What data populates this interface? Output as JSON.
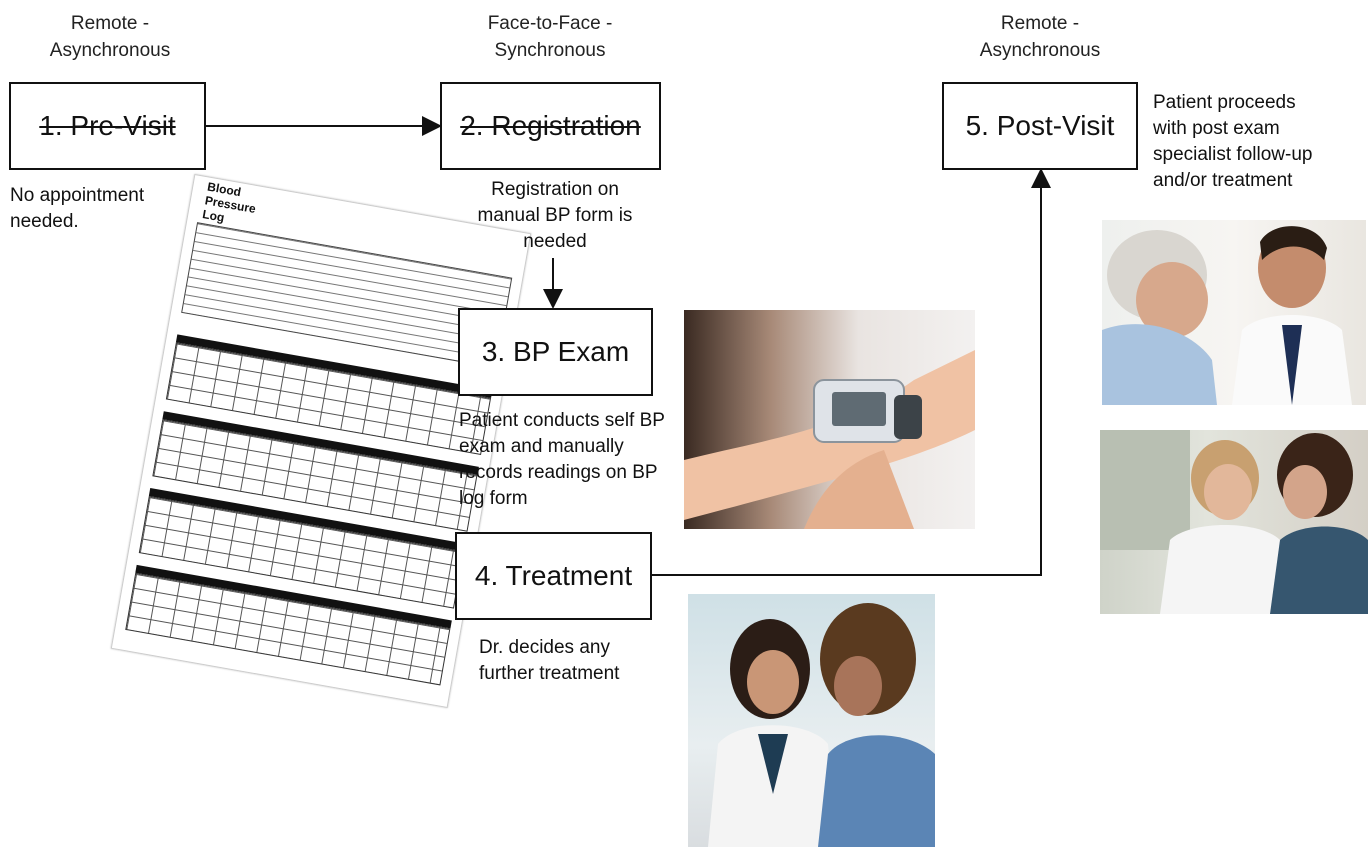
{
  "stages": [
    {
      "mode": [
        "Remote -",
        "Asynchronous"
      ],
      "label": "1. Pre-Visit",
      "note": [
        "No appointment",
        "needed."
      ]
    },
    {
      "mode": [
        "Face-to-Face -",
        "Synchronous"
      ],
      "label": "2. Registration",
      "note": [
        "Registration on",
        "manual BP form is",
        "needed"
      ]
    },
    {
      "label": "3. BP Exam",
      "note": [
        "Patient conducts self BP",
        "exam and manually",
        "records readings on BP",
        "log form"
      ]
    },
    {
      "label": "4. Treatment",
      "note": [
        "Dr. decides any",
        "further treatment"
      ]
    },
    {
      "mode": [
        "Remote -",
        "Asynchronous"
      ],
      "label": "5. Post-Visit",
      "note": [
        "Patient proceeds",
        "with post exam",
        "specialist follow-up",
        "and/or treatment"
      ]
    }
  ],
  "bp_log_form": {
    "title": [
      "Blood",
      "Pressure",
      "Log"
    ]
  },
  "colors": {
    "line": "#111111",
    "box_border": "#111111"
  }
}
